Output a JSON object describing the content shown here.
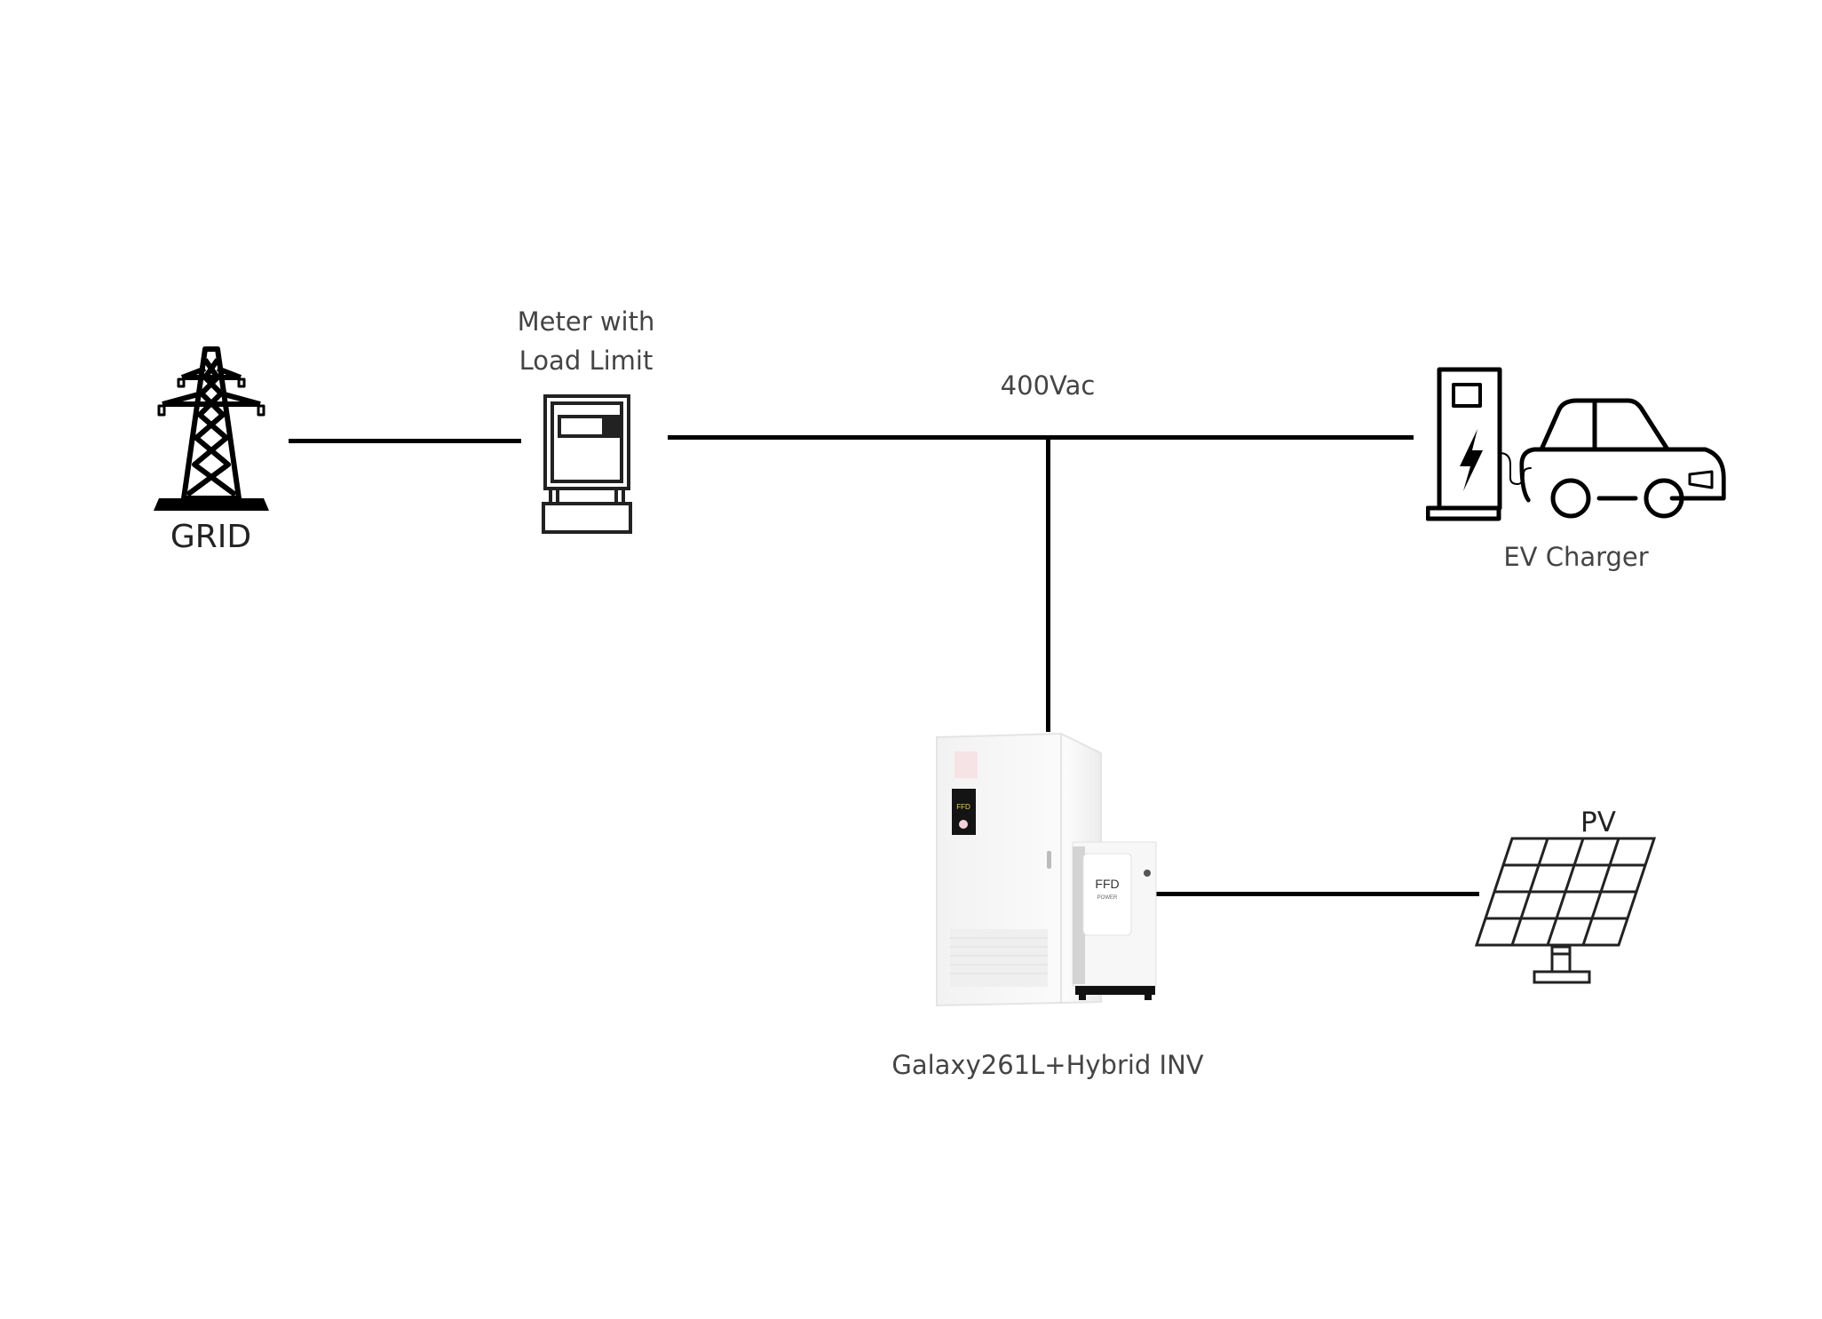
{
  "diagram": {
    "title": "",
    "nodes": {
      "grid": {
        "label": "GRID",
        "icon": "transmission-tower-icon"
      },
      "meter": {
        "label_line1": "Meter with",
        "label_line2": "Load Limit",
        "icon": "electric-meter-icon"
      },
      "bus": {
        "label": "400Vac"
      },
      "ev_charger": {
        "label": "EV Charger",
        "icon": "ev-charger-car-icon"
      },
      "storage": {
        "label": "Galaxy261L+Hybrid INV",
        "icon": "battery-cabinet-inverter-icon",
        "brand_text": "FFD",
        "brand_sub": "POWER"
      },
      "pv": {
        "label": "PV",
        "icon": "solar-panel-icon"
      }
    },
    "edges": [
      {
        "from": "grid",
        "to": "meter"
      },
      {
        "from": "meter",
        "to": "bus"
      },
      {
        "from": "bus",
        "to": "ev_charger"
      },
      {
        "from": "bus",
        "to": "storage"
      },
      {
        "from": "storage",
        "to": "pv"
      }
    ],
    "colors": {
      "line": "#000000",
      "label": "#444444",
      "background": "#ffffff"
    }
  }
}
